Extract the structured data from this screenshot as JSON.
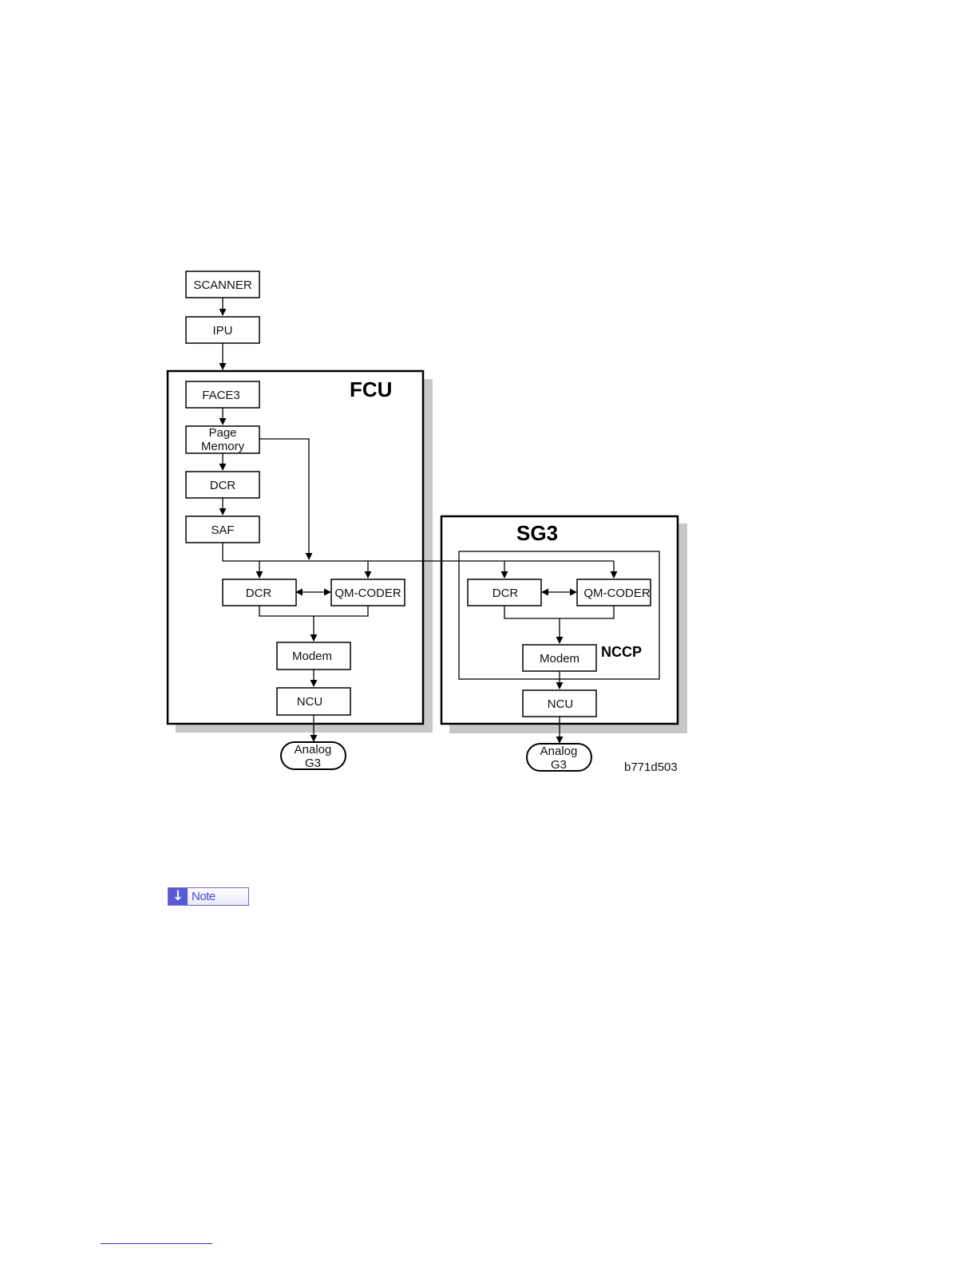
{
  "diagram": {
    "boxes": {
      "scanner": "SCANNER",
      "ipu": "IPU",
      "face3": "FACE3",
      "page_memory_line1": "Page",
      "page_memory_line2": "Memory",
      "fcu_dcr_1": "DCR",
      "saf": "SAF",
      "fcu_dcr_2": "DCR",
      "fcu_qm_coder": "QM-CODER",
      "fcu_modem": "Modem",
      "fcu_ncu": "NCU",
      "sg3_dcr": "DCR",
      "sg3_qm_coder": "QM-CODER",
      "sg3_modem": "Modem",
      "sg3_ncu": "NCU"
    },
    "terminals": {
      "fcu_line1": "Analog",
      "fcu_line2": "G3",
      "sg3_line1": "Analog",
      "sg3_line2": "G3"
    },
    "groups": {
      "fcu": "FCU",
      "sg3": "SG3",
      "nccp": "NCCP"
    },
    "figure_code": "b771d503"
  },
  "note": {
    "label": "Note",
    "icon": "down-arrow-icon"
  }
}
